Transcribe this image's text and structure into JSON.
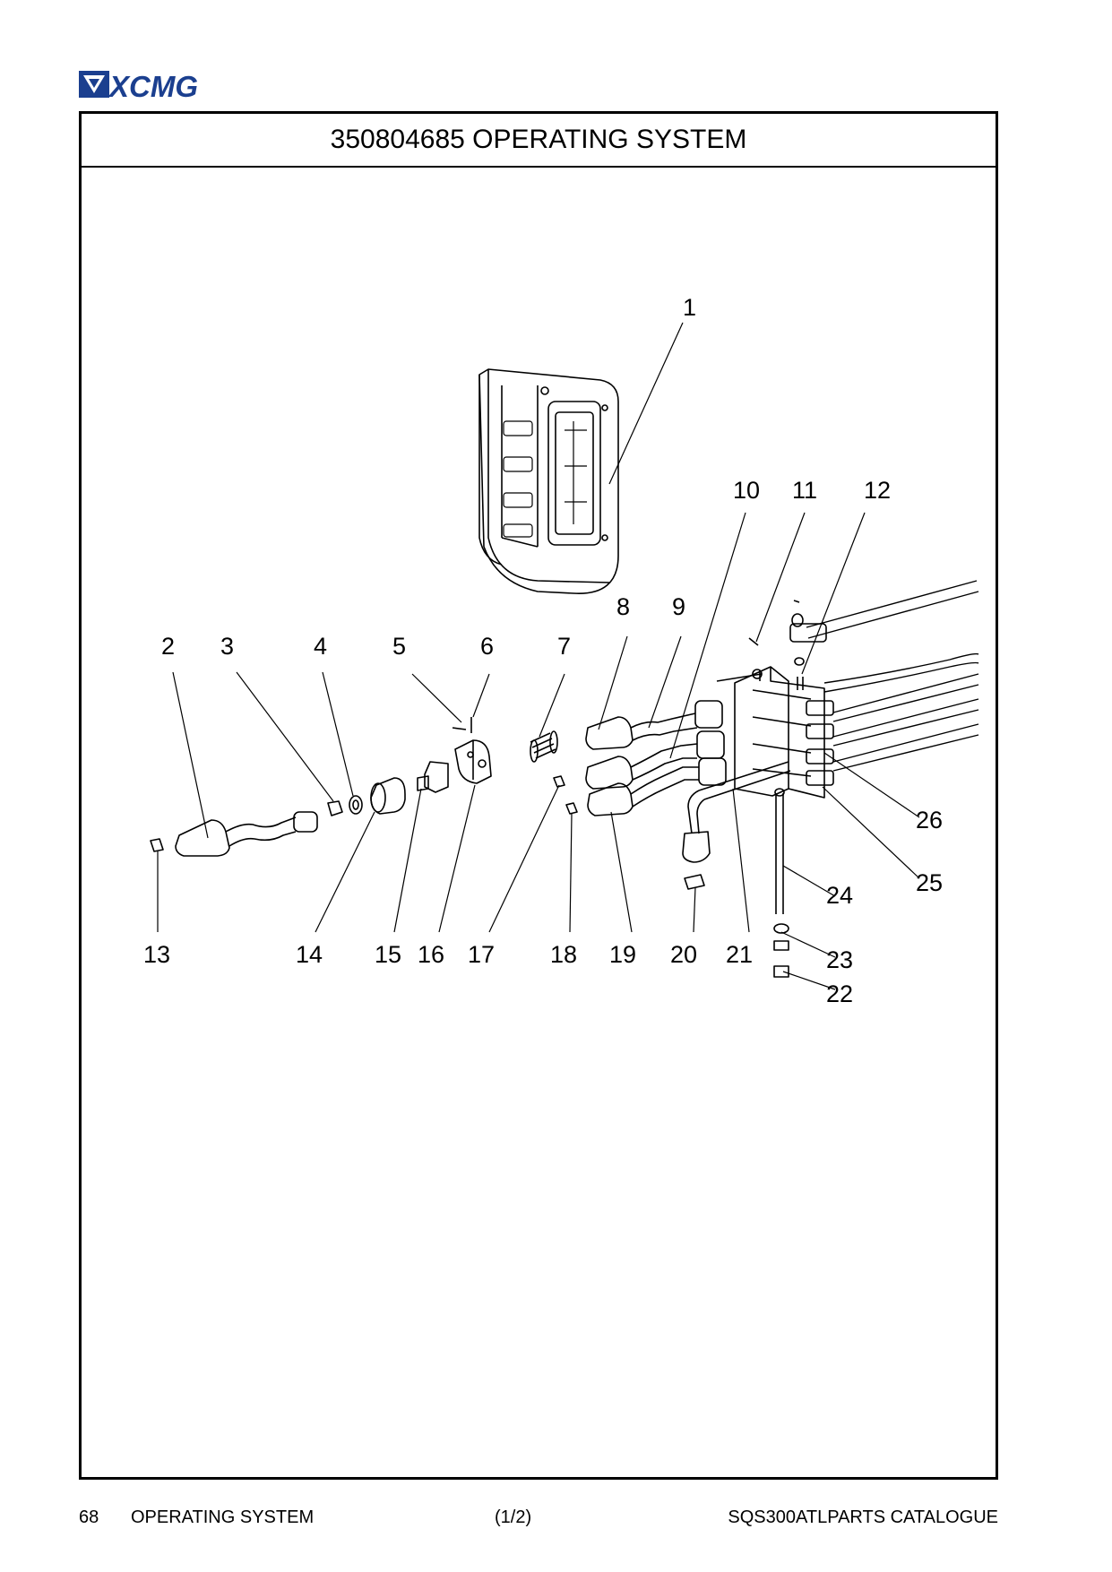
{
  "brand": {
    "name": "XCMG",
    "color": "#1b3f8f"
  },
  "title": "350804685 OPERATING SYSTEM",
  "callouts": [
    "1",
    "2",
    "3",
    "4",
    "5",
    "6",
    "7",
    "8",
    "9",
    "10",
    "11",
    "12",
    "13",
    "14",
    "15",
    "16",
    "17",
    "18",
    "19",
    "20",
    "21",
    "22",
    "23",
    "24",
    "25",
    "26"
  ],
  "footer": {
    "page": "68",
    "section": "OPERATING SYSTEM",
    "sheet": "(1/2)",
    "catalogue": "SQS300ATLPARTS CATALOGUE"
  }
}
